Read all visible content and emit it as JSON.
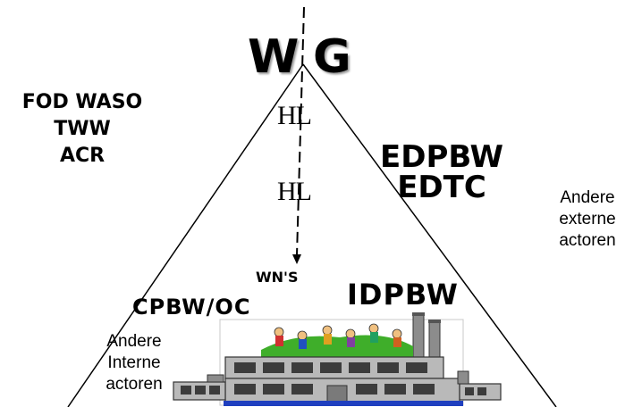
{
  "apex": {
    "left": "W",
    "right": "G"
  },
  "left_actors": [
    "FOD WASO",
    "TWW",
    "ACR"
  ],
  "right_actors": [
    "EDPBW",
    "EDTC"
  ],
  "external": [
    "Andere",
    "externe",
    "actoren"
  ],
  "hierarchy_labels": [
    "HL",
    "HL"
  ],
  "workers_label": "WN'S",
  "internal_service": "IDPBW",
  "committee": "CPBW/OC",
  "internal": [
    "Andere",
    "Interne",
    "actoren"
  ],
  "illustration": "factory-with-workers",
  "colors": {
    "lines": "#000000",
    "factory_wall": "#b9b9b9",
    "window": "#3c3c3c",
    "grass": "#3fae2a",
    "base": "#1f3fbf"
  }
}
